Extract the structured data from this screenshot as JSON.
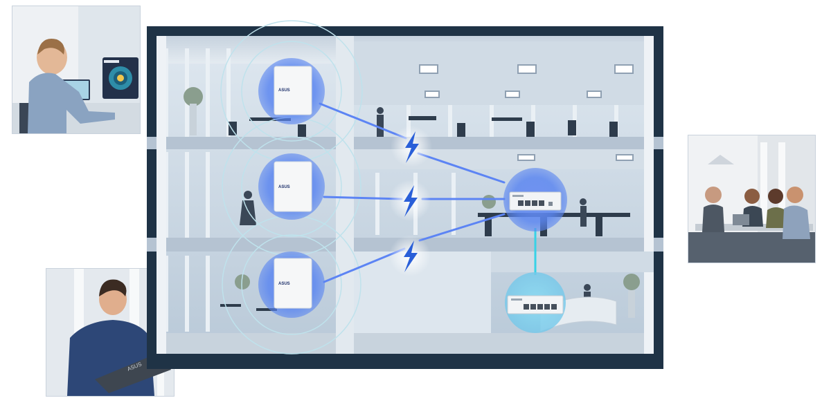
{
  "devices": {
    "access_points": [
      {
        "brand": "ASUS",
        "floor": "top"
      },
      {
        "brand": "ASUS",
        "floor": "middle"
      },
      {
        "brand": "ASUS",
        "floor": "bottom"
      }
    ],
    "switches": [
      {
        "role": "main-switch"
      },
      {
        "role": "secondary-switch"
      }
    ]
  },
  "laptop_logo": "ASUS",
  "colors": {
    "frame": "#1f3346",
    "floor_slab": "#b5c3d2",
    "glass": "#c9d6e2",
    "wifi_halo": "#5b86f0",
    "wifi_halo_light": "#74c8ea",
    "link_line": "#5c84f4",
    "bolt": "#2a5fd8",
    "switch_body": "#f2f4f6"
  },
  "icons": [
    "lightning-bolt-icon",
    "wifi-access-point",
    "network-switch"
  ]
}
